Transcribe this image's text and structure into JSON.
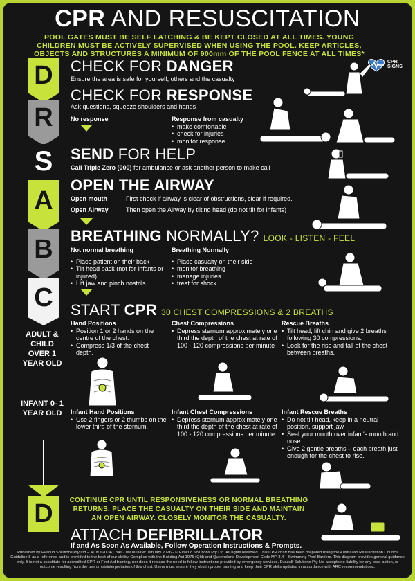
{
  "header": {
    "title_bold": "CPR",
    "title_rest": " AND RESUSCITATION",
    "warning": "POOL GATES MUST BE SELF LATCHING & BE KEPT CLOSED AT ALL TIMES. YOUNG CHILDREN MUST BE ACTIVELY SUPERVISED WHEN USING THE POOL. KEEP ARTICLES, OBJECTS AND STRUCTURES A MINIMUM OF 900mm OF THE POOL FENCE AT ALL TIMES*",
    "logo_text": "CPR SIGNS"
  },
  "letters": {
    "d1": "D",
    "r": "R",
    "s": "S",
    "a": "A",
    "b": "B",
    "c": "C",
    "d2": "D",
    "adult_label": "ADULT & CHILD OVER 1 YEAR OLD",
    "infant_label": "INFANT 0- 1 YEAR OLD"
  },
  "danger": {
    "title_pre": "CHECK FOR ",
    "title_bold": "DANGER",
    "text": "Ensure the area is safe for yourself, others and the casualty"
  },
  "response": {
    "title_pre": "CHECK FOR ",
    "title_bold": "RESPONSE",
    "text": "Ask questions, squeeze shoulders and hands",
    "no_response": "No response",
    "response_heading": "Response from casualty",
    "response_items": [
      "make comfortable",
      "check for injuries",
      "monitor response"
    ]
  },
  "send": {
    "title_bold": "SEND",
    "title_rest": " FOR HELP",
    "text_bold": "Call Triple Zero (000)",
    "text_rest": " for ambulance or ask another person to make call"
  },
  "airway": {
    "title": "OPEN THE AIRWAY",
    "row1_label": "Open mouth",
    "row1_text": "First check if airway is clear of obstructions, clear if required.",
    "row2_label": "Open Airway",
    "row2_text": "Then open the Airway by tilting head (do not tilt for infants)"
  },
  "breathing": {
    "title_bold": "BREATHING",
    "title_rest": " NORMALLY?",
    "tag": "LOOK - LISTEN - FEEL",
    "not_heading": "Not normal breathing",
    "not_items": [
      "Place patient on their back",
      "Tilt head back (not for infants or injured)",
      "Lift jaw and pinch nostrils"
    ],
    "normal_heading": "Breathing Normally",
    "normal_items": [
      "Place casualty on their side",
      "monitor breathing",
      "manage injuries",
      "treat for shock"
    ]
  },
  "cpr": {
    "title_pre": "START ",
    "title_bold": "CPR",
    "tag": "30 CHEST COMPRESSIONS & 2 BREATHS",
    "hand_heading": "Hand Positions",
    "hand_items": [
      "Position 1 or 2 hands on the centre of the chest.",
      "Compress 1/3 of the chest depth."
    ],
    "chest_heading": "Chest Compressions",
    "chest_items": [
      "Depress sternum approximately one third the depth of the chest at rate of 100 - 120 compressions per minute"
    ],
    "rescue_heading": "Rescue Breaths",
    "rescue_items": [
      "Tilt head, lift chin and give 2 breaths following 30 compressions.",
      "Look for the rise and fall of the chest between breaths."
    ],
    "infant_hand_heading": "Infant Hand Positions",
    "infant_hand_items": [
      "Use 2 fingers or 2 thumbs on the lower third of the sternum."
    ],
    "infant_chest_heading": "Infant Chest Compressions",
    "infant_chest_items": [
      "Depress sternum approximately one third the depth of the chest at rate of 100 - 120 compressions per minute"
    ],
    "infant_rescue_heading": "Infant Rescue Breaths",
    "infant_rescue_items": [
      "Do not tilt head, keep in a neutral position, support jaw",
      "Seal your mouth over infant's mouth and nose.",
      "Give 2 gentle breaths – each breath just enough for the chest to rise."
    ]
  },
  "continue_text": "CONTINUE CPR UNTIL RESPONSIVENESS OR NORMAL BREATHING RETURNS. PLACE THE CASUALTY ON THEIR SIDE AND MAINTAIN AN OPEN AIRWAY. CLOSELY MONITOR THE CASUALTY.",
  "defib": {
    "title_pre": "ATTACH ",
    "title_bold": "DEFIBRILLATOR",
    "text": "If and As Soon As Available, Follow Operation Instructions & Prompts."
  },
  "footer": "Published by Evacu8 Solutions Pty Ltd – ACN 620 361 346 - Issue Date: January 2026 - © Evacu8 Solutions Pty Ltd. All rights reserved. This CPR chart has been prepared using the Australian Resuscitation Council Guideline 8 as a reference and is provided to the best of our ability. Complies with the Building Act 1975 (Qld) and Queensland Development Code MP 3.4 – Swimming Pool Barriers. This diagram provides general guidance only. It is not a substitute for accredited CPR or First Aid training, nor does it replace the need to follow instructions provided by emergency services. Evacu8 Solutions Pty Ltd accepts no liability for any loss, action, or outcome resulting from the use or misinterpretation of this chart. Users must ensure they obtain proper training and keep their CPR skills updated in accordance with ARC recommendations.",
  "colors": {
    "accent": "#c7e23a",
    "background": "#151515",
    "grey": "#9a9a9a"
  }
}
